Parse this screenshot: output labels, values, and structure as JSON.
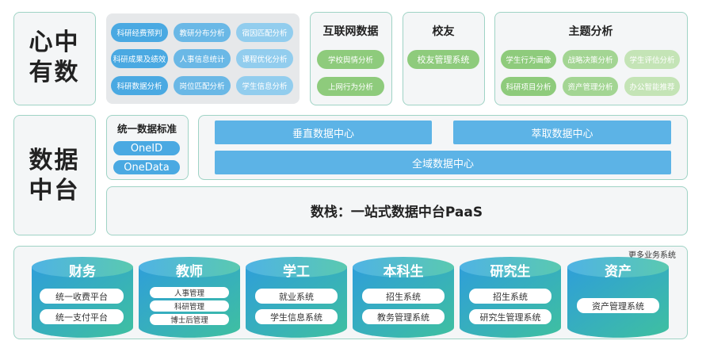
{
  "row1": {
    "title_line1": "心中",
    "title_line2": "有数",
    "grid_pills": [
      "科研经费预判",
      "教研分布分析",
      "宿因匹配分析",
      "科研成果及绩效",
      "人事信息统计",
      "课程优化分析",
      "科研数据分析",
      "岗位匹配分析",
      "学生信息分析"
    ],
    "internet": {
      "title": "互联网数据",
      "items": [
        "学校舆情分析",
        "上网行为分析"
      ]
    },
    "alumni": {
      "title": "校友",
      "items": [
        "校友管理系统"
      ]
    },
    "topic": {
      "title": "主题分析",
      "items": [
        "学生行为画像",
        "战略决策分析",
        "学生评估分析",
        "科研项目分析",
        "资产管理分析",
        "办公智能推荐"
      ]
    }
  },
  "row2": {
    "title_line1": "数据",
    "title_line2": "中台",
    "standard": {
      "title": "统一数据标准",
      "items": [
        "OneID",
        "OneData"
      ]
    },
    "bars": {
      "vertical": "垂直数据中心",
      "extract": "萃取数据中心",
      "global": "全域数据中心"
    },
    "paas": "数栈：一站式数据中台PaaS"
  },
  "row3": {
    "more": "更多业务系统",
    "cylinders": [
      {
        "title": "财务",
        "items": [
          "统一收费平台",
          "统一支付平台"
        ]
      },
      {
        "title": "教师",
        "items": [
          "人事管理",
          "科研管理",
          "博士后管理"
        ]
      },
      {
        "title": "学工",
        "items": [
          "就业系统",
          "学生信息系统"
        ]
      },
      {
        "title": "本科生",
        "items": [
          "招生系统",
          "教务管理系统"
        ]
      },
      {
        "title": "研究生",
        "items": [
          "招生系统",
          "研究生管理系统"
        ]
      },
      {
        "title": "资产",
        "items": [
          "资产管理系统"
        ]
      }
    ]
  },
  "colors": {
    "panel_border": "#9fd3c5",
    "panel_bg": "#f4f6f7",
    "blue": "#4aa9e2",
    "green": "#8ecb7c",
    "cylinder_top": "#2f9fd8",
    "cylinder_bottom": "#3fc0a0"
  }
}
